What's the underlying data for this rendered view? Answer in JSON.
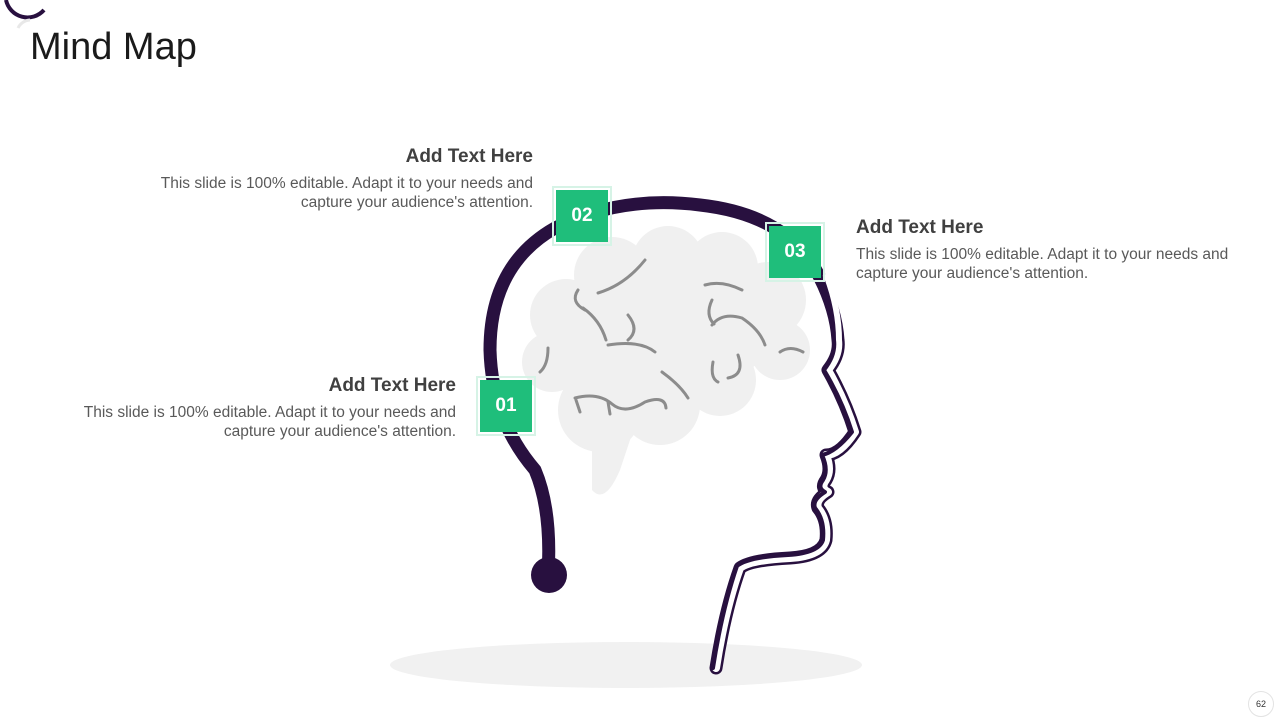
{
  "slide": {
    "title": "Mind Map",
    "page_number": "62"
  },
  "colors": {
    "accent": "#1fbe7b",
    "outline": "#28103f",
    "brain": "#f0f0f0",
    "brain_lines": "#8c8c8c",
    "shadow": "#f1f1f1"
  },
  "nodes": [
    {
      "number": "01",
      "heading": "Add Text Here",
      "body": "This slide is 100% editable. Adapt it to your needs and capture your audience's attention."
    },
    {
      "number": "02",
      "heading": "Add Text Here",
      "body": "This slide is 100% editable. Adapt it to your needs and capture your audience's attention."
    },
    {
      "number": "03",
      "heading": "Add Text Here",
      "body": "This slide is 100% editable. Adapt it to your needs and capture your audience's attention."
    }
  ]
}
